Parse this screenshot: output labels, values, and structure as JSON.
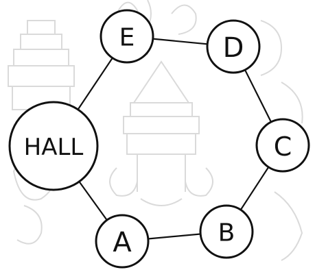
{
  "diagram": {
    "nodes": [
      {
        "id": "hall",
        "label": "HALL"
      },
      {
        "id": "a",
        "label": "A"
      },
      {
        "id": "b",
        "label": "B"
      },
      {
        "id": "c",
        "label": "C"
      },
      {
        "id": "d",
        "label": "D"
      },
      {
        "id": "e",
        "label": "E"
      }
    ],
    "edges": [
      [
        "hall",
        "e"
      ],
      [
        "e",
        "d"
      ],
      [
        "d",
        "c"
      ],
      [
        "c",
        "b"
      ],
      [
        "b",
        "a"
      ],
      [
        "a",
        "hall"
      ]
    ]
  },
  "colors": {
    "stroke": "#111111",
    "watermark": "#d6d6d6"
  }
}
